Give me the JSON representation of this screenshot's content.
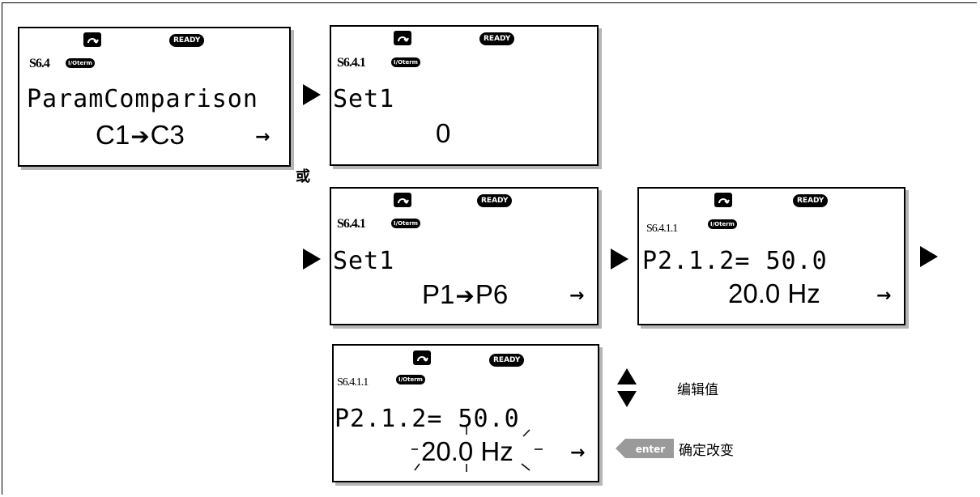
{
  "panels": [
    {
      "code": "S6.4",
      "io": "I/Oterm",
      "ready": "READY",
      "line2": "ParamComparison",
      "line3_from": "C1",
      "line3_to": "C3",
      "sub": "→"
    },
    {
      "code": "S6.4.1",
      "io": "I/Oterm",
      "ready": "READY",
      "line2": "Set1",
      "value": "0"
    },
    {
      "code": "S6.4.1",
      "io": "I/Oterm",
      "ready": "READY",
      "line2": "Set1",
      "line3_from": "P1",
      "line3_to": "P6",
      "sub": "→"
    },
    {
      "code": "S6.4.1.1",
      "io": "I/Oterm",
      "ready": "READY",
      "line2": "P2.1.2= 50.0",
      "value": "20.0 Hz",
      "sub": "→"
    },
    {
      "code": "S6.4.1.1",
      "io": "I/Oterm",
      "ready": "READY",
      "line2": "P2.1.2= 50.0",
      "value": "20.0 Hz",
      "sub": "→"
    }
  ],
  "arrow_glyph": "➔",
  "or_label": "或",
  "edit_label": "编辑值",
  "enter_key": "enter",
  "confirm_label": "确定改变"
}
